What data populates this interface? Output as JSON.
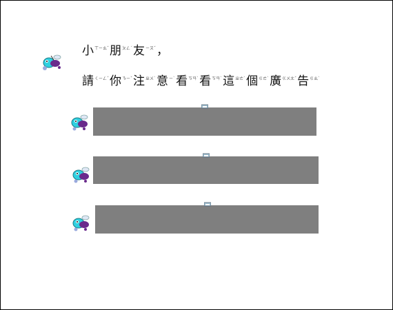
{
  "greeting": {
    "line1": [
      {
        "char": "小",
        "zhuyin": "ㄒㄧㄠˇ"
      },
      {
        "char": "朋",
        "zhuyin": "ㄆㄥˊ"
      },
      {
        "char": "友",
        "zhuyin": "ㄧㄡˇ"
      },
      {
        "char": "，",
        "zhuyin": ""
      }
    ],
    "line2": [
      {
        "char": "請",
        "zhuyin": "ㄑㄧㄥˇ"
      },
      {
        "char": "你",
        "zhuyin": "ㄋㄧˇ"
      },
      {
        "char": "注",
        "zhuyin": "ㄓㄨˋ"
      },
      {
        "char": "意",
        "zhuyin": "ㄧˋ"
      },
      {
        "char": "看",
        "zhuyin": "ㄎㄢˋ"
      },
      {
        "char": "看",
        "zhuyin": "ㄎㄢˋ"
      },
      {
        "char": "這",
        "zhuyin": "ㄓㄜˋ"
      },
      {
        "char": "個",
        "zhuyin": "ㄍㄜˋ"
      },
      {
        "char": "廣",
        "zhuyin": "ㄍㄨㄤˇ"
      },
      {
        "char": "告",
        "zhuyin": "ㄍㄠˋ"
      }
    ]
  },
  "bars": [
    {
      "label": "ad-bar-1"
    },
    {
      "label": "ad-bar-2"
    },
    {
      "label": "ad-bar-3"
    }
  ],
  "colors": {
    "bar": "#7f7f7f",
    "bee_body": "#6a2a8c",
    "bee_head": "#2fd0e0"
  },
  "icons": [
    "bee-icon",
    "tab-marker-icon"
  ]
}
